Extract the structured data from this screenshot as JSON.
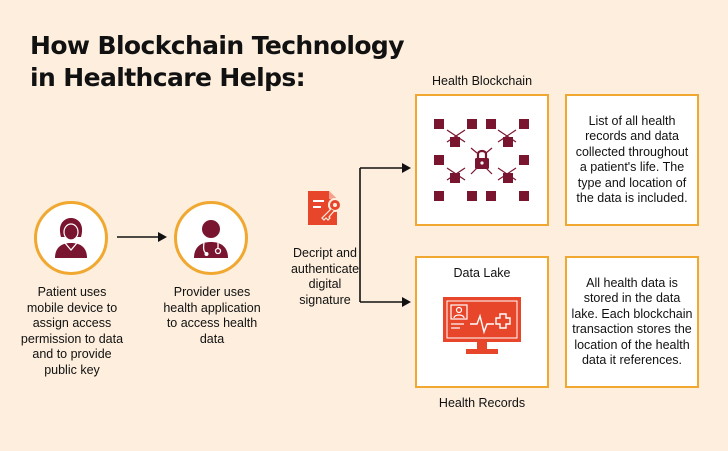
{
  "title": {
    "line1": "How Blockchain Technology",
    "line2": "in Healthcare Helps:"
  },
  "patient": {
    "lines": [
      "Patient uses",
      "mobile device to",
      "assign access",
      "permission to data",
      "and to provide",
      "public key"
    ]
  },
  "provider": {
    "lines": [
      "Provider uses",
      "health application",
      "to access  health",
      "data"
    ]
  },
  "signature": {
    "lines": [
      "Decript and",
      "authenticate",
      "digital",
      "signature"
    ]
  },
  "blockchain": {
    "label": "Health Blockchain"
  },
  "blockchain_desc": {
    "lines": [
      "List of all health",
      "records and data",
      "collected throughout",
      "a patient's life. The",
      "type and location of",
      "the data is included."
    ]
  },
  "datalake": {
    "label": "Data Lake"
  },
  "records": {
    "label": "Health Records"
  },
  "datalake_desc": {
    "lines": [
      "All health data is",
      "stored in the data",
      "lake. Each blockchain",
      "transaction stores the",
      "location of the health",
      "data it references."
    ]
  },
  "colors": {
    "accent": "#f0a830",
    "icon": "#7a1530",
    "red": "#e8462a",
    "background": "#fdeedd"
  }
}
